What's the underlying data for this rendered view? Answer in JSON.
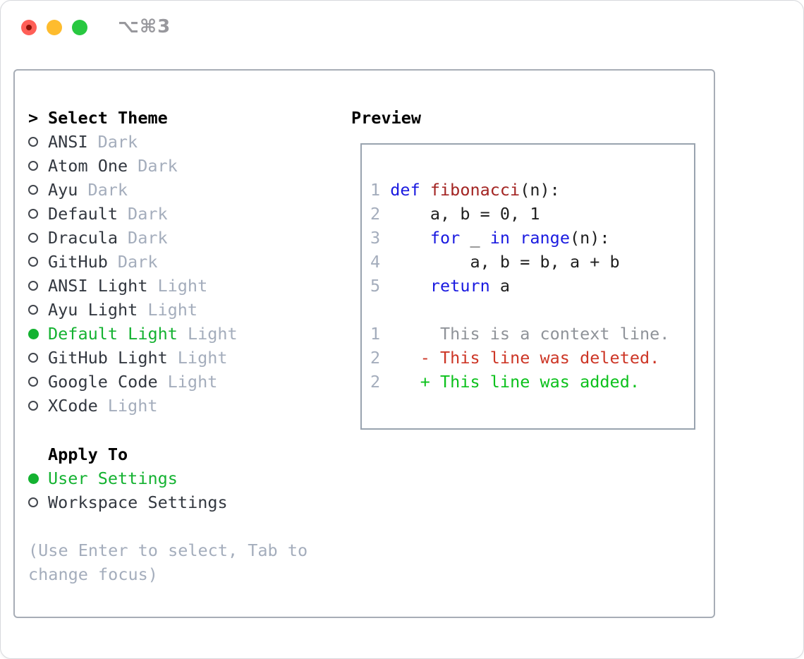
{
  "window": {
    "title": "⌥⌘3"
  },
  "icons": {
    "radio_selected": "filled-circle",
    "radio_unselected": "open-circle",
    "prompt_caret": ">"
  },
  "sidebar": {
    "header_prefix": ">",
    "header": "Select Theme",
    "themes": [
      {
        "name": "ANSI",
        "variant": "Dark",
        "selected": false
      },
      {
        "name": "Atom One",
        "variant": "Dark",
        "selected": false
      },
      {
        "name": "Ayu",
        "variant": "Dark",
        "selected": false
      },
      {
        "name": "Default",
        "variant": "Dark",
        "selected": false
      },
      {
        "name": "Dracula",
        "variant": "Dark",
        "selected": false
      },
      {
        "name": "GitHub",
        "variant": "Dark",
        "selected": false
      },
      {
        "name": "ANSI Light",
        "variant": "Light",
        "selected": false
      },
      {
        "name": "Ayu Light",
        "variant": "Light",
        "selected": false
      },
      {
        "name": "Default Light",
        "variant": "Light",
        "selected": true
      },
      {
        "name": "GitHub Light",
        "variant": "Light",
        "selected": false
      },
      {
        "name": "Google Code",
        "variant": "Light",
        "selected": false
      },
      {
        "name": "XCode",
        "variant": "Light",
        "selected": false
      }
    ],
    "apply_header": "Apply To",
    "apply_options": [
      {
        "label": "User Settings",
        "selected": true
      },
      {
        "label": "Workspace Settings",
        "selected": false
      }
    ],
    "hint": "(Use Enter to select, Tab to change focus)"
  },
  "preview": {
    "title": "Preview",
    "lines": [
      {
        "kind": "code",
        "num": "1",
        "segs": [
          {
            "t": "def ",
            "c": "kw"
          },
          {
            "t": "fibonacci",
            "c": "fn"
          },
          {
            "t": "(n):",
            "c": "pl"
          }
        ]
      },
      {
        "kind": "code",
        "num": "2",
        "segs": [
          {
            "t": "    a, b = 0, 1",
            "c": "pl"
          }
        ]
      },
      {
        "kind": "code",
        "num": "3",
        "segs": [
          {
            "t": "    ",
            "c": "pl"
          },
          {
            "t": "for",
            "c": "kw"
          },
          {
            "t": " _ ",
            "c": "pl"
          },
          {
            "t": "in",
            "c": "kw"
          },
          {
            "t": " ",
            "c": "pl"
          },
          {
            "t": "range",
            "c": "kw"
          },
          {
            "t": "(n):",
            "c": "pl"
          }
        ]
      },
      {
        "kind": "code",
        "num": "4",
        "segs": [
          {
            "t": "        a, b = b, a + b",
            "c": "pl"
          }
        ]
      },
      {
        "kind": "code",
        "num": "5",
        "segs": [
          {
            "t": "    ",
            "c": "pl"
          },
          {
            "t": "return",
            "c": "kw"
          },
          {
            "t": " a",
            "c": "pl"
          }
        ]
      },
      {
        "kind": "blank",
        "num": "",
        "segs": []
      },
      {
        "kind": "diff-context",
        "num": "1",
        "segs": [
          {
            "t": "     This is a context line.",
            "c": "ctx"
          }
        ]
      },
      {
        "kind": "diff-deleted",
        "num": "2",
        "segs": [
          {
            "t": "   ",
            "c": "pl"
          },
          {
            "t": "- This line was deleted.",
            "c": "del"
          }
        ]
      },
      {
        "kind": "diff-added",
        "num": "2",
        "segs": [
          {
            "t": "   ",
            "c": "pl"
          },
          {
            "t": "+ This line was added.",
            "c": "add"
          }
        ]
      }
    ]
  },
  "colors": {
    "selected_green": "#14b231",
    "keyword_blue": "#1a1ae0",
    "function_red": "#a32422",
    "diff_deleted_red": "#cd3626",
    "diff_added_green": "#0cc11c",
    "muted_gray": "#a4adbc",
    "context_gray": "#8f9399",
    "traffic_red": "#ff5f57",
    "traffic_yellow": "#febc2e",
    "traffic_green": "#28c840"
  }
}
